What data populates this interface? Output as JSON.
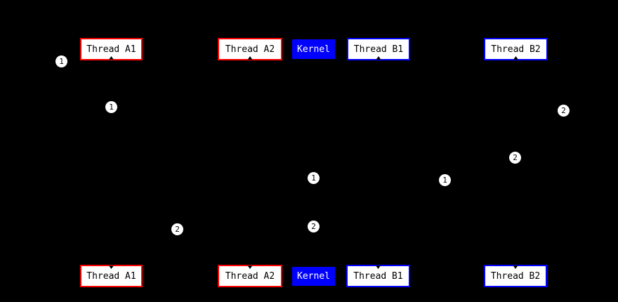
{
  "diagram": {
    "description": "Thread scheduling sequence diagram on black background",
    "top_row": [
      {
        "label": "Thread A1",
        "group": "process-a"
      },
      {
        "label": "Thread A2",
        "group": "process-a"
      },
      {
        "label": "Kernel",
        "group": "kernel"
      },
      {
        "label": "Thread B1",
        "group": "process-b"
      },
      {
        "label": "Thread B2",
        "group": "process-b"
      }
    ],
    "bottom_row": [
      {
        "label": "Thread A1",
        "group": "process-a"
      },
      {
        "label": "Thread A2",
        "group": "process-a"
      },
      {
        "label": "Kernel",
        "group": "kernel"
      },
      {
        "label": "Thread B1",
        "group": "process-b"
      },
      {
        "label": "Thread B2",
        "group": "process-b"
      }
    ],
    "event_markers": [
      {
        "label": "1"
      },
      {
        "label": "1"
      },
      {
        "label": "2"
      },
      {
        "label": "2"
      },
      {
        "label": "1"
      },
      {
        "label": "1"
      },
      {
        "label": "2"
      },
      {
        "label": "2"
      }
    ]
  },
  "colors": {
    "background": "#000000",
    "process-a": "#ff0000",
    "process-b": "#0000ff",
    "kernel-fill": "#0000ff",
    "kernel-text": "#ffffff",
    "box-fill": "#ffffff",
    "box-text": "#000000",
    "marker-fill": "#ffffff",
    "marker-text": "#000000"
  }
}
